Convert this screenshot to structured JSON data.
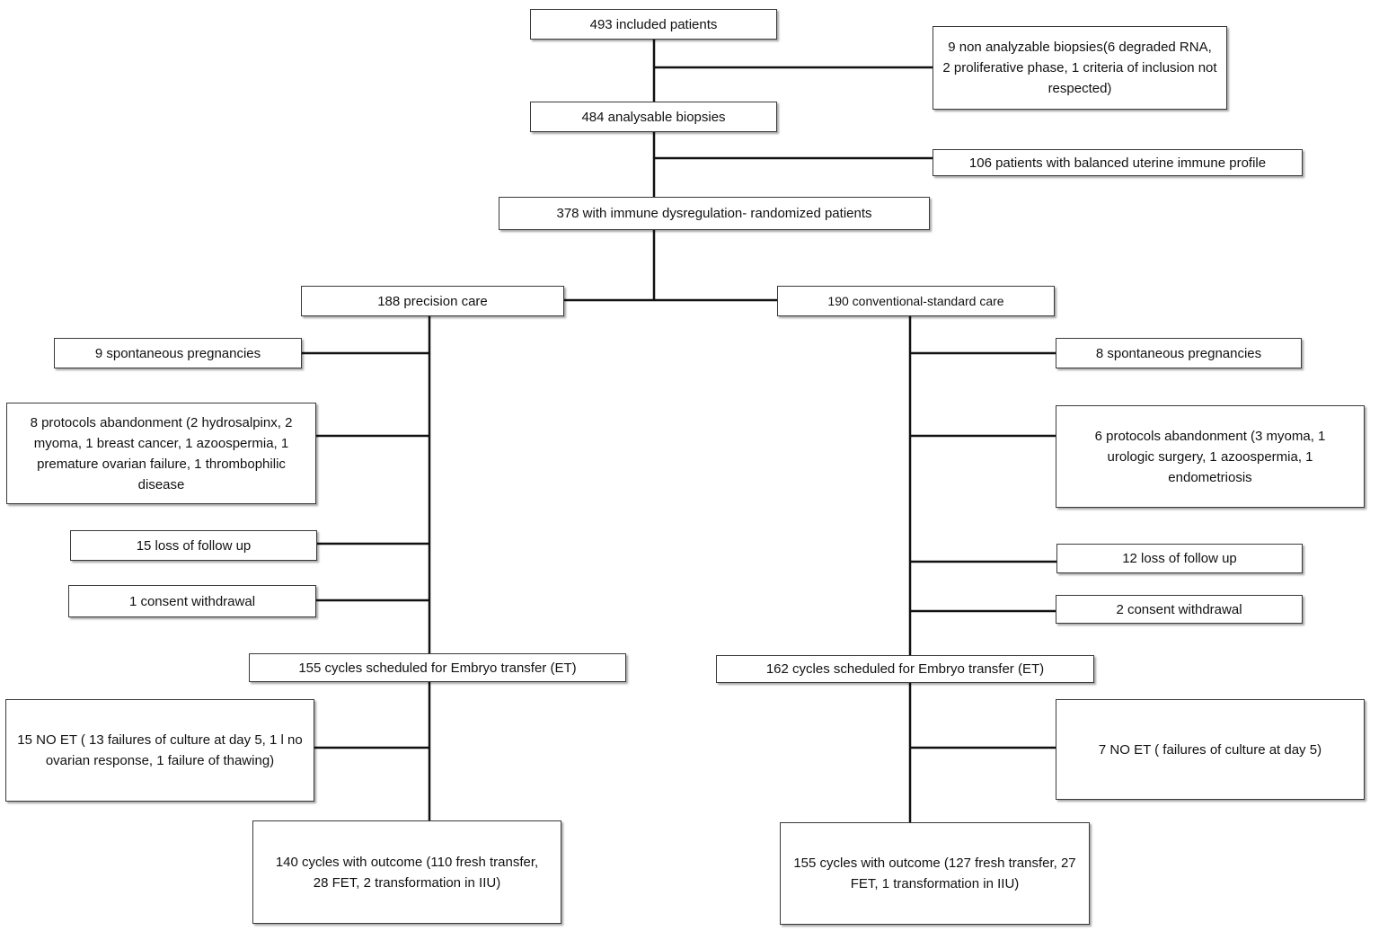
{
  "boxes": {
    "included": "493 included patients",
    "non_analyzable": "9 non analyzable biopsies(6 degraded RNA, 2 proliferative phase, 1 criteria of inclusion not respected)",
    "analysable": "484 analysable biopsies",
    "balanced": "106 patients with balanced uterine immune profile",
    "randomized": "378 with immune dysregulation- randomized patients",
    "precision": "188 precision care",
    "conventional": "190 conventional-standard care",
    "left_spont": "9 spontaneous pregnancies",
    "left_abandon": "8 protocols abandonment (2 hydrosalpinx, 2 myoma, 1 breast cancer, 1 azoospermia, 1 premature ovarian failure, 1 thrombophilic disease",
    "left_loss": "15 loss of follow up",
    "left_consent": "1 consent withdrawal",
    "left_cycles": "155 cycles scheduled for Embryo transfer (ET)",
    "left_noet": "15 NO ET ( 13 failures of culture at day 5, 1 l no ovarian response, 1 failure of thawing)",
    "left_outcome": "140 cycles with outcome (110 fresh transfer, 28 FET, 2 transformation in IIU)",
    "right_spont": "8 spontaneous pregnancies",
    "right_abandon": "6 protocols abandonment (3 myoma, 1 urologic surgery, 1 azoospermia, 1 endometriosis",
    "right_loss": "12 loss of follow up",
    "right_consent": "2 consent withdrawal",
    "right_cycles": "162 cycles scheduled for Embryo transfer (ET)",
    "right_noet": "7 NO ET (  failures of culture at day 5)",
    "right_outcome": "155 cycles with outcome (127 fresh transfer, 27 FET, 1 transformation in IIU)"
  }
}
